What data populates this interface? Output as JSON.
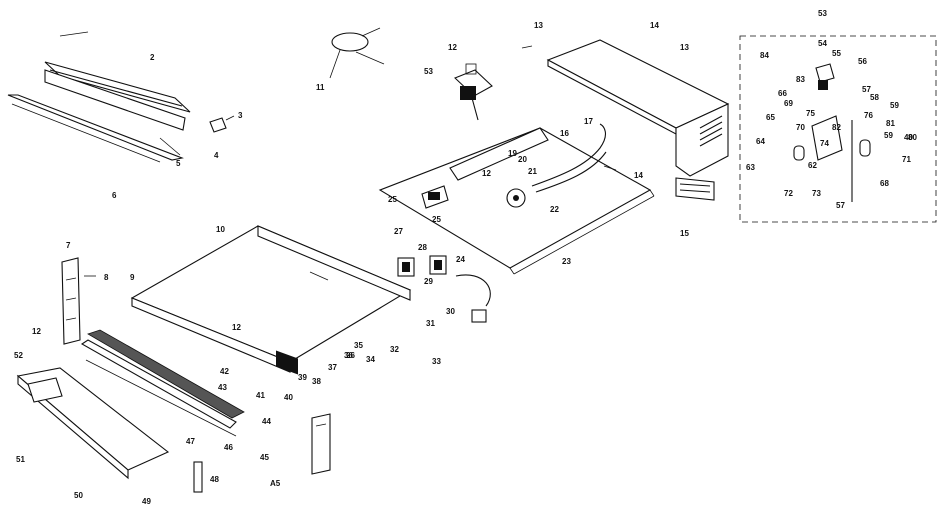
{
  "diagram": {
    "callouts": {
      "c2": "2",
      "c3": "3",
      "c4": "4",
      "c5": "5",
      "c6": "6",
      "c7": "7",
      "c8": "8",
      "c9": "9",
      "c10": "10",
      "c11": "11",
      "c12a": "12",
      "c12b": "12",
      "c12c": "12",
      "c12d": "12",
      "c13a": "13",
      "c13b": "13",
      "c14a": "14",
      "c14b": "14",
      "c15": "15",
      "c16": "16",
      "c17": "17",
      "c19": "19",
      "c20": "20",
      "c21": "21",
      "c22": "22",
      "c23": "23",
      "c24": "24",
      "c25a": "25",
      "c25b": "25",
      "c26": "26",
      "c27": "27",
      "c28": "28",
      "c29": "29",
      "c30": "30",
      "c31": "31",
      "c32": "32",
      "c33": "33",
      "c34": "34",
      "c35": "35",
      "c36": "36",
      "c37": "37",
      "c38": "38",
      "c39": "39",
      "c40": "40",
      "c41": "41",
      "c42": "42",
      "c43": "43",
      "c44": "44",
      "c45": "45",
      "c46": "46",
      "c47": "47",
      "c48": "48",
      "c49": "49",
      "c50": "50",
      "c51": "51",
      "c52": "52",
      "c53a": "53",
      "c53b": "53",
      "c54": "54",
      "c55": "55",
      "c56": "56",
      "c57a": "57",
      "c57b": "57",
      "c58": "58",
      "c59": "59",
      "c62": "62",
      "c63": "63",
      "c64": "64",
      "c65": "65",
      "c66": "66",
      "c68": "68",
      "c69": "69",
      "c70": "70",
      "c71": "71",
      "c72": "72",
      "c73": "73",
      "c74": "74",
      "c75": "75",
      "c76": "76",
      "c80": "80",
      "c81": "81",
      "c82": "82",
      "c83": "83",
      "c84": "84",
      "inset_40": "40",
      "inset_59": "59"
    },
    "page_mark": "A5"
  }
}
